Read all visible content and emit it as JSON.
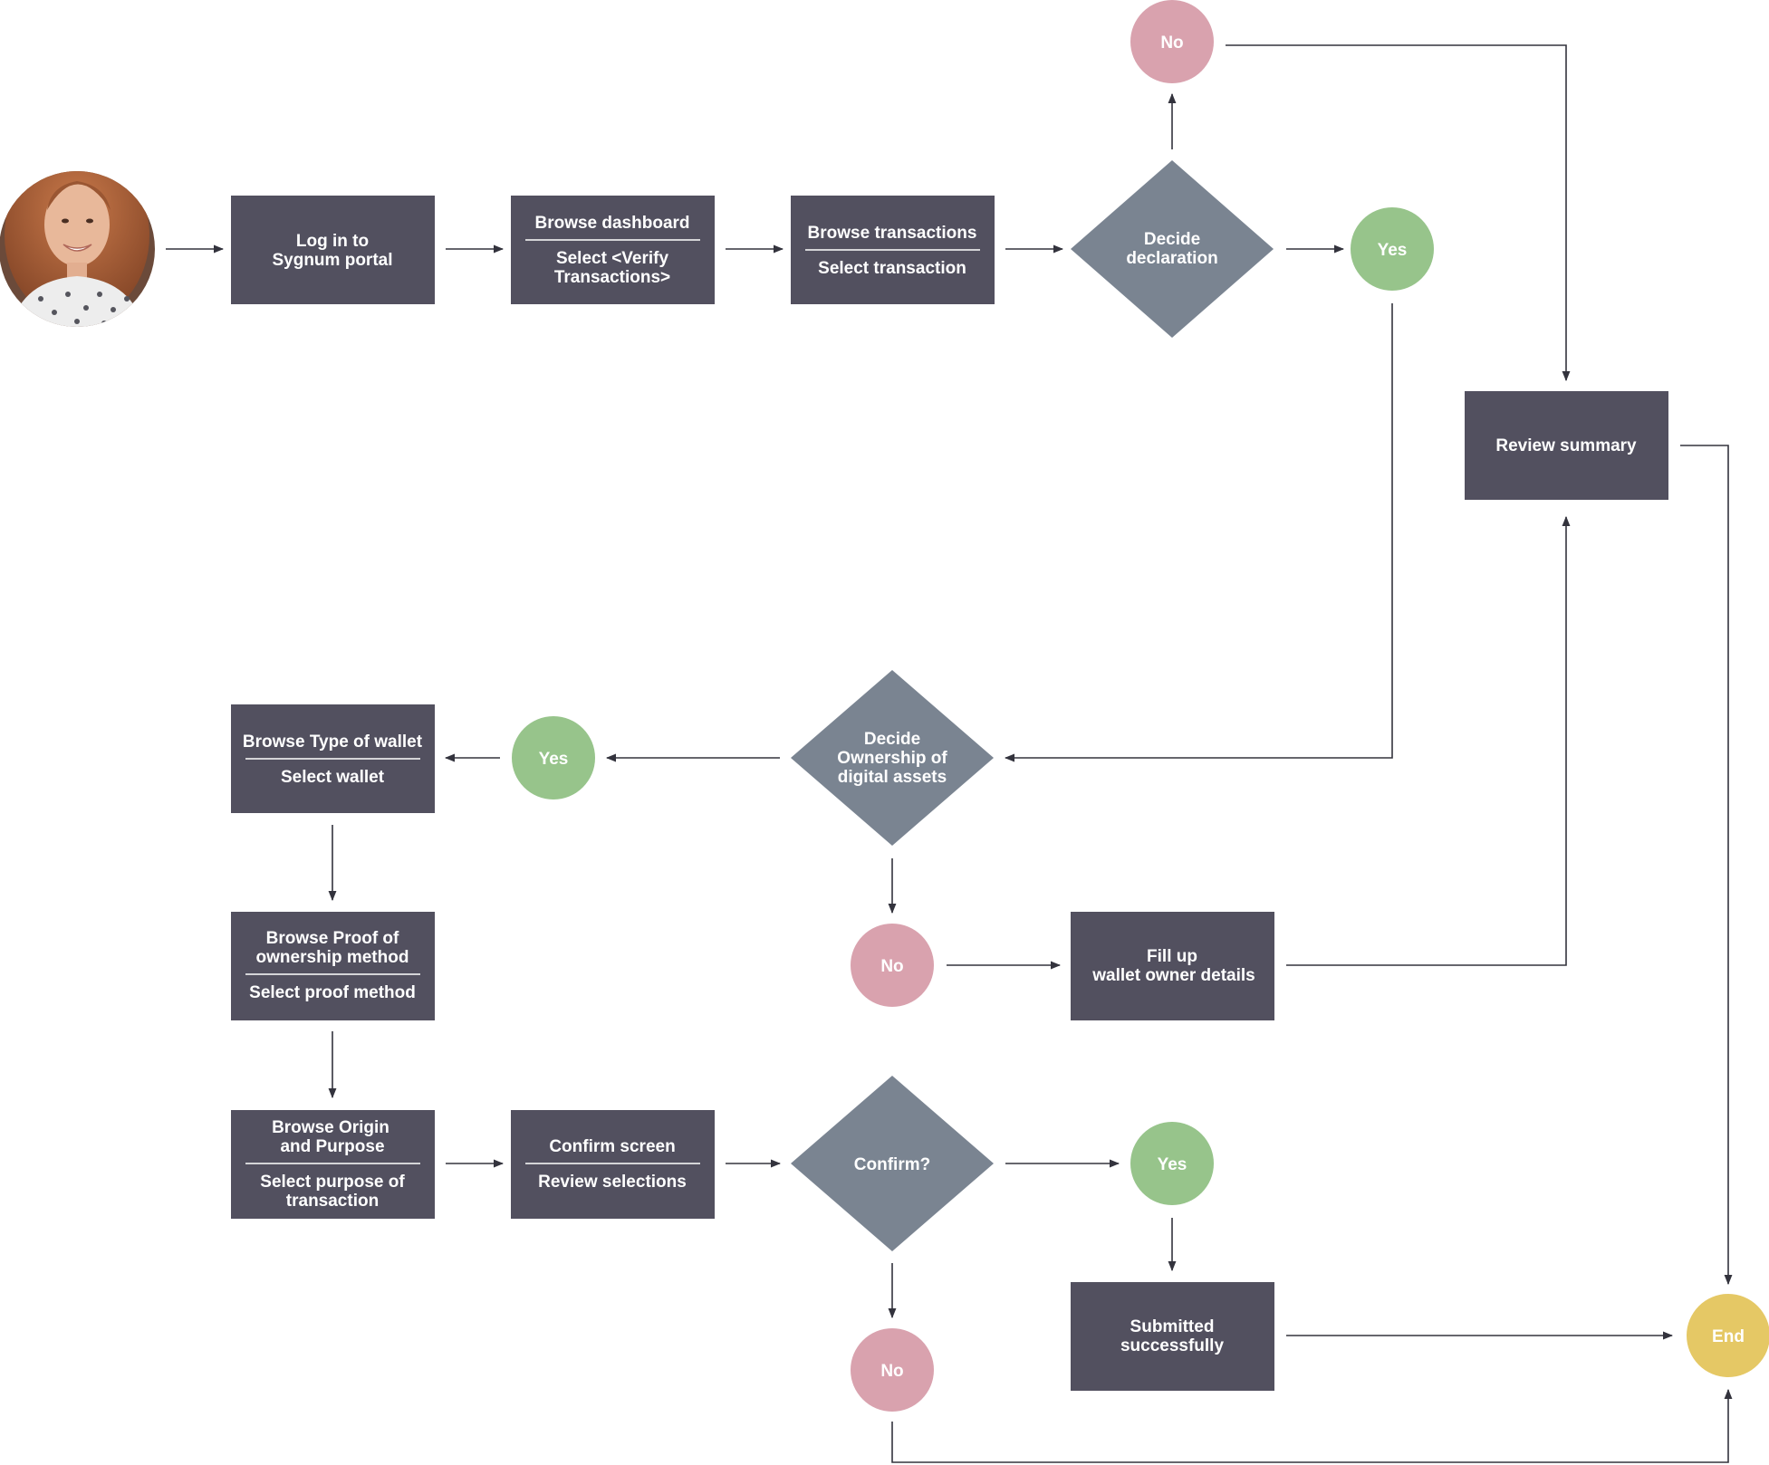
{
  "colors": {
    "box": "#52505f",
    "diamond": "#7a8491",
    "yes": "#97c48b",
    "no": "#d9a2ae",
    "end": "#e5c865",
    "line": "#33333d",
    "text": "#ffffff"
  },
  "icons": {
    "user": "user-avatar-photo"
  },
  "nodes": {
    "login": {
      "line1": "Log in to",
      "line2": "Sygnum portal"
    },
    "dashboard": {
      "title": "Browse dashboard",
      "sub1": "Select <Verify",
      "sub2": "Transactions>"
    },
    "transactions": {
      "title": "Browse transactions",
      "sub": "Select transaction"
    },
    "decide_declaration": {
      "line1": "Decide",
      "line2": "declaration"
    },
    "no_top": "No",
    "yes_top": "Yes",
    "review": "Review summary",
    "decide_ownership": {
      "line1": "Decide",
      "line2": "Ownership of",
      "line3": "digital assets"
    },
    "yes_mid": "Yes",
    "wallet_type": {
      "title": "Browse Type of wallet",
      "sub": "Select wallet"
    },
    "no_mid": "No",
    "fill_up": {
      "line1": "Fill up",
      "line2": "wallet owner details"
    },
    "proof": {
      "line1": "Browse Proof of",
      "line2": "ownership method",
      "sub": "Select proof method"
    },
    "origin": {
      "line1": "Browse Origin",
      "line2": "and Purpose",
      "sub1": "Select purpose of",
      "sub2": "transaction"
    },
    "confirm_screen": {
      "title": "Confirm screen",
      "sub": "Review selections"
    },
    "confirm": "Confirm?",
    "yes_bottom": "Yes",
    "no_bottom": "No",
    "submitted": {
      "line1": "Submitted",
      "line2": "successfully"
    },
    "end": "End"
  }
}
